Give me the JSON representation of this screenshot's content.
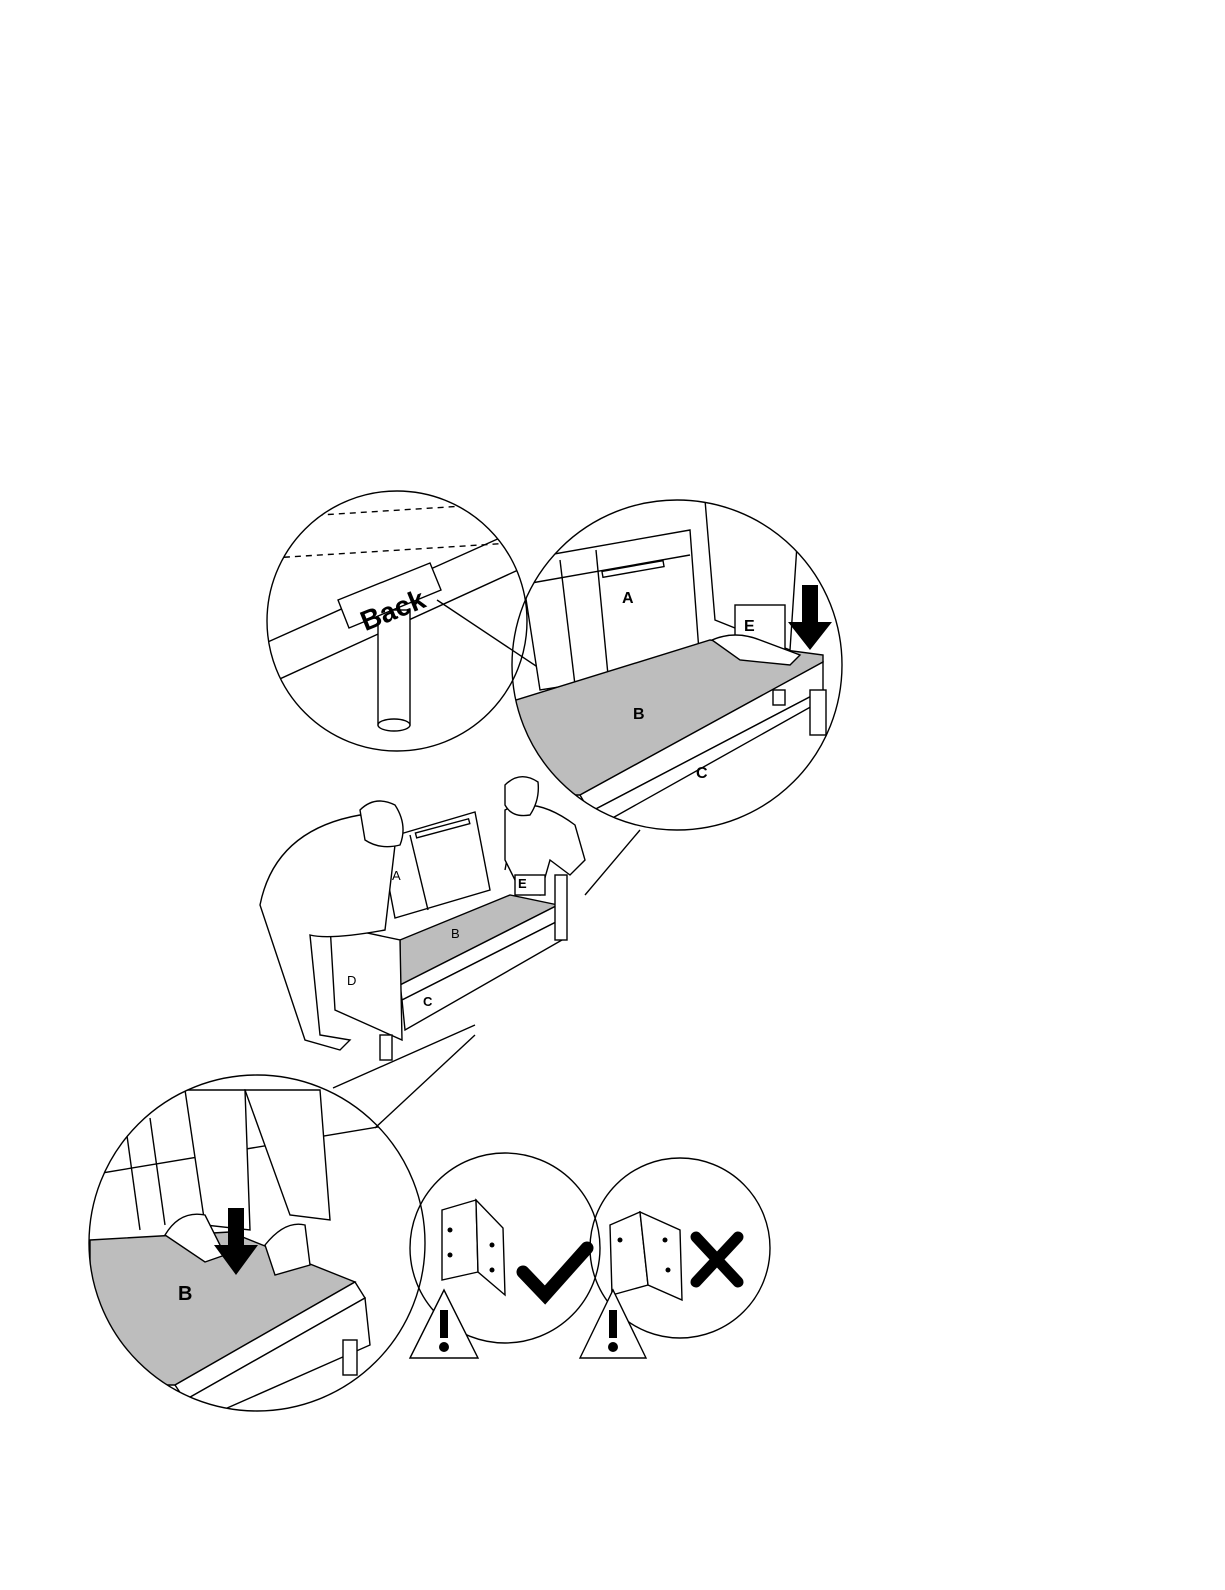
{
  "labels": {
    "back_tag": "Back",
    "detail_top": {
      "a": "A",
      "b": "B",
      "c": "C",
      "e": "E"
    },
    "main_scene": {
      "a": "A",
      "b": "B",
      "c": "C",
      "d": "D",
      "e": "E"
    },
    "detail_bottom": {
      "b": "B"
    }
  },
  "icons": {
    "correct": "checkmark-icon",
    "incorrect": "cross-icon",
    "warning": "warning-triangle-icon",
    "press_down": "down-arrow-icon"
  }
}
